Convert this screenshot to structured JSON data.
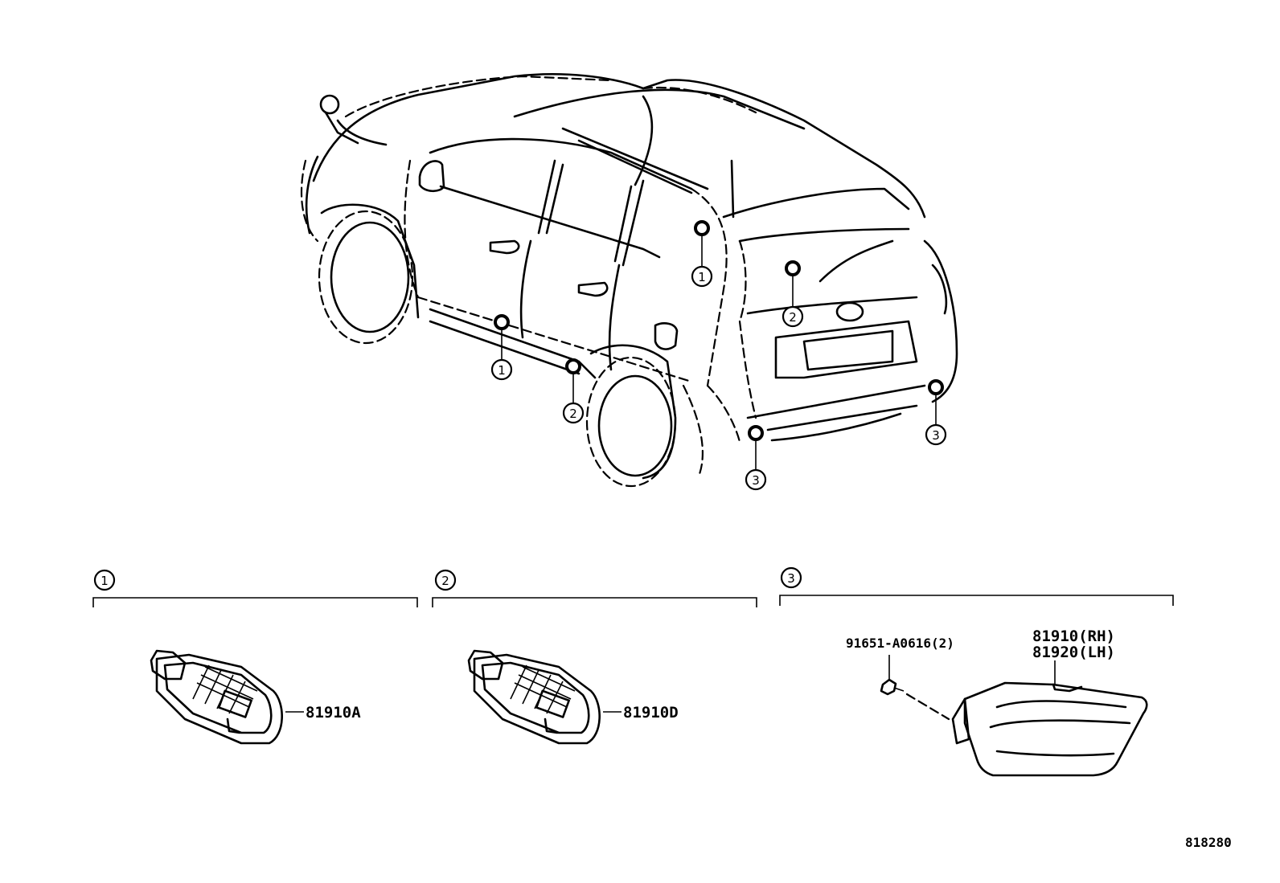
{
  "diagram_id": "818280",
  "callouts": {
    "c1a": "1",
    "c1b": "1",
    "c2a": "2",
    "c2b": "2",
    "c3a": "3",
    "c3b": "3"
  },
  "groups": [
    {
      "label": "1",
      "parts": [
        "81910A"
      ]
    },
    {
      "label": "2",
      "parts": [
        "81910D"
      ]
    },
    {
      "label": "3",
      "parts": [
        "91651-A0616(2)",
        "81910(RH)",
        "81920(LH)"
      ]
    }
  ]
}
